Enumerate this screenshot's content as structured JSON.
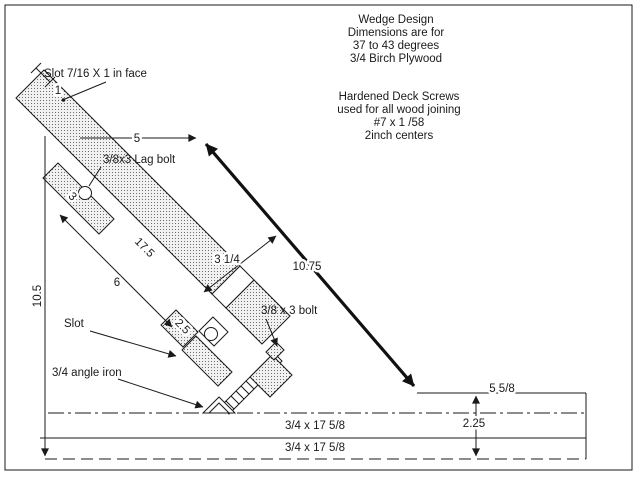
{
  "colors": {
    "ink": "#1a1a1a",
    "background": "#ffffff"
  },
  "notes": {
    "design": [
      "Wedge Design",
      "Dimensions are for",
      "37 to 43 degrees",
      "3/4 Birch Plywood"
    ],
    "screws": [
      "Hardened Deck Screws",
      "used for all wood joining",
      "#7 x 1 /58",
      "2inch centers"
    ]
  },
  "labels": {
    "slot_face": "Slot 7/16 X 1 in face",
    "lag_bolt": "3/8x3 Lag bolt",
    "slot": "Slot",
    "angle_iron": "3/4 angle iron",
    "bolt": "3/8 x 3 bolt",
    "board_top": "3/4 x 17 5/8",
    "board_bottom": "3/4 x 17 5/8"
  },
  "dimensions": {
    "slot_length": "1",
    "top_run": "5",
    "arm_edge": "6",
    "block_thickness": "3",
    "arm_length": "17.5",
    "lower_block": "2.5",
    "gap": "3 1/4",
    "brace_length": "10.75",
    "height": "10.5",
    "base_right": "5 5/8",
    "base_height": "2.25"
  }
}
